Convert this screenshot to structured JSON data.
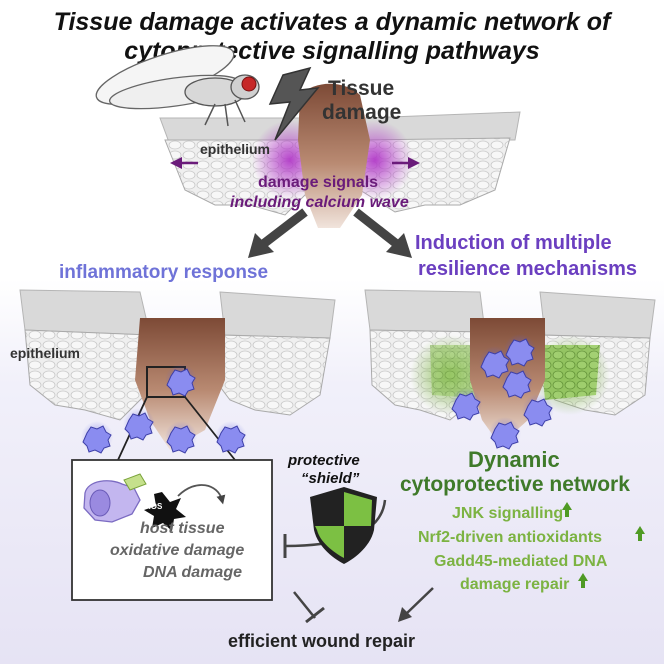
{
  "title_line1": "Tissue damage activates a dynamic network of",
  "title_line2": "cytoprotective signalling pathways",
  "top_panel": {
    "tissue_damage_line1": "Tissue",
    "tissue_damage_line2": "damage",
    "epithelium_label": "epithelium",
    "damage_signals_line1": "damage signals",
    "damage_signals_line2": "including calcium wave"
  },
  "left_panel": {
    "heading": "inflammatory response",
    "epithelium_label": "epithelium"
  },
  "right_panel": {
    "heading_line1": "Induction of multiple",
    "heading_line2": "resilience mechanisms"
  },
  "inset": {
    "ros_label": "ROS",
    "line1": "host tissue",
    "line2": "oxidative damage",
    "line3": "DNA damage"
  },
  "shield": {
    "line1": "protective",
    "line2": "“shield”"
  },
  "network": {
    "heading_line1": "Dynamic",
    "heading_line2": "cytoprotective network",
    "items": [
      "JNK signalling",
      "Nrf2-driven antioxidants",
      "Gadd45-mediated DNA",
      "damage repair"
    ]
  },
  "outcome": "efficient wound repair",
  "colors": {
    "purple_dark": "#6a1b7a",
    "purple_heading": "#6b3fc0",
    "blue_heading": "#6f73d8",
    "green_dark": "#3f7a2a",
    "green_light": "#7cb342",
    "wound_brown": "#b07a5e",
    "gray_text": "#666666"
  }
}
